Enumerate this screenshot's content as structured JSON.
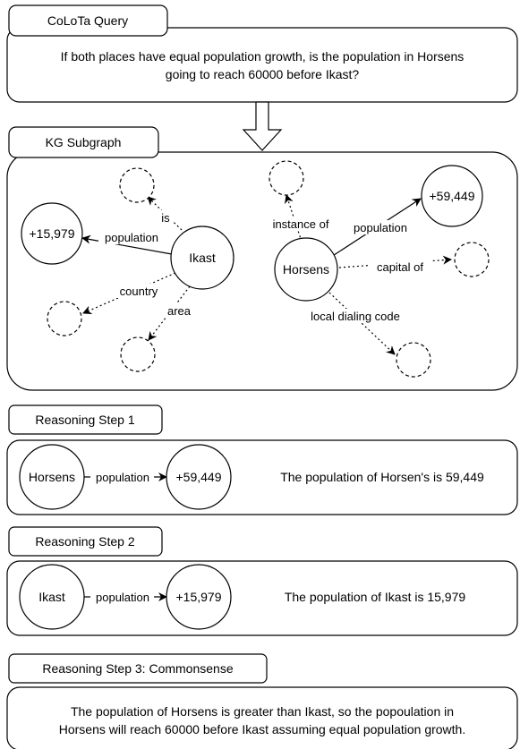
{
  "query": {
    "label": "CoLoTa Query",
    "lines": [
      "If both places have equal population growth, is the population in Horsens",
      "going to reach 60000 before Ikast?"
    ]
  },
  "kg": {
    "label": "KG Subgraph",
    "ikast": {
      "node": "Ikast",
      "value": "+15,979",
      "edges": {
        "population": "population",
        "is": "is",
        "country": "country",
        "area": "area"
      }
    },
    "horsens": {
      "node": "Horsens",
      "value": "+59,449",
      "edges": {
        "population": "population",
        "instance_of": "instance of",
        "capital_of": "capital of",
        "dialing": "local dialing code"
      }
    }
  },
  "step1": {
    "label": "Reasoning Step 1",
    "subject": "Horsens",
    "relation": "population",
    "object": "+59,449",
    "text": "The population of Horsen's is 59,449"
  },
  "step2": {
    "label": "Reasoning Step 2",
    "subject": "Ikast",
    "relation": "population",
    "object": "+15,979",
    "text": "The population of Ikast is 15,979"
  },
  "step3": {
    "label": "Reasoning Step 3: Commonsense",
    "lines": [
      "The population of Horsens is greater than Ikast, so the popoulation in",
      "Horsens will reach 60000 before Ikast assuming equal population growth."
    ]
  }
}
